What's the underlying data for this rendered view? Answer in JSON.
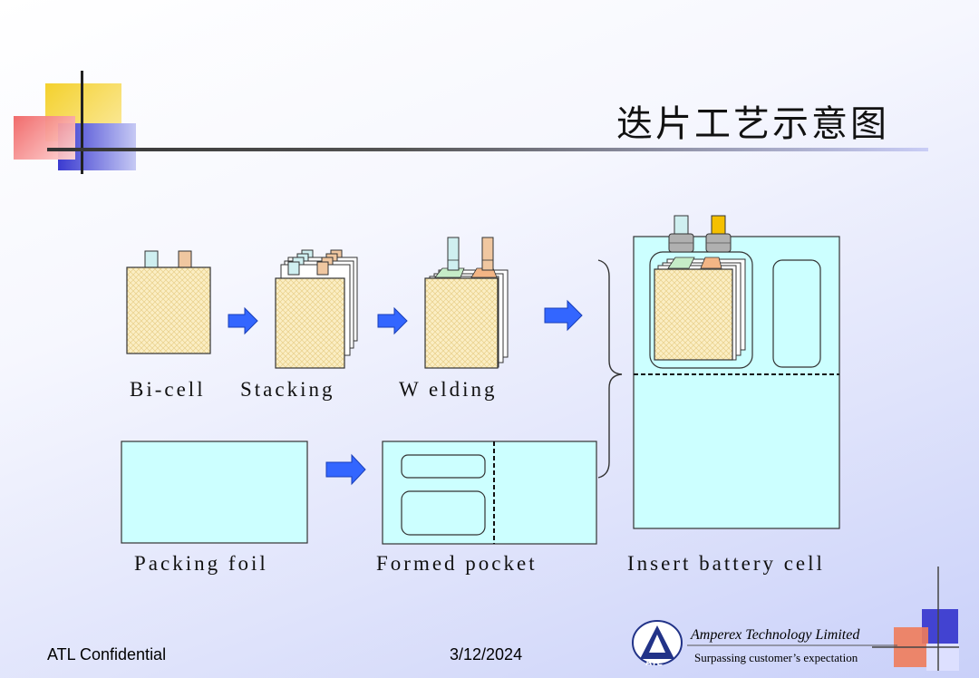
{
  "slide": {
    "title": "迭片工艺示意图"
  },
  "steps": {
    "bicell": "Bi-cell",
    "stacking": "Stacking",
    "welding": "W elding",
    "packing_foil": "Packing foil",
    "formed_pocket": "Formed pocket",
    "insert": "Insert battery cell"
  },
  "footer": {
    "confidential": "ATL Confidential",
    "date": "3/12/2024",
    "company": "Amperex Technology Limited",
    "tagline": "Surpassing customer’s expectation",
    "logo_text": "ATL"
  },
  "colors": {
    "cell_fill": "#fbeec4",
    "foil_fill": "#ccffff",
    "tab_cyan": "#cfeff0",
    "tab_peach": "#f0c7a0",
    "tab_green": "#c6ecc8",
    "tab_orange": "#f3b585",
    "arrow": "#3366ff",
    "deco_yellow": "#f7d842",
    "deco_red": "#f07070",
    "deco_blue": "#3333cc"
  },
  "icons": {
    "arrow": "right-arrow-icon",
    "logo": "atl-triangle-logo-icon"
  }
}
